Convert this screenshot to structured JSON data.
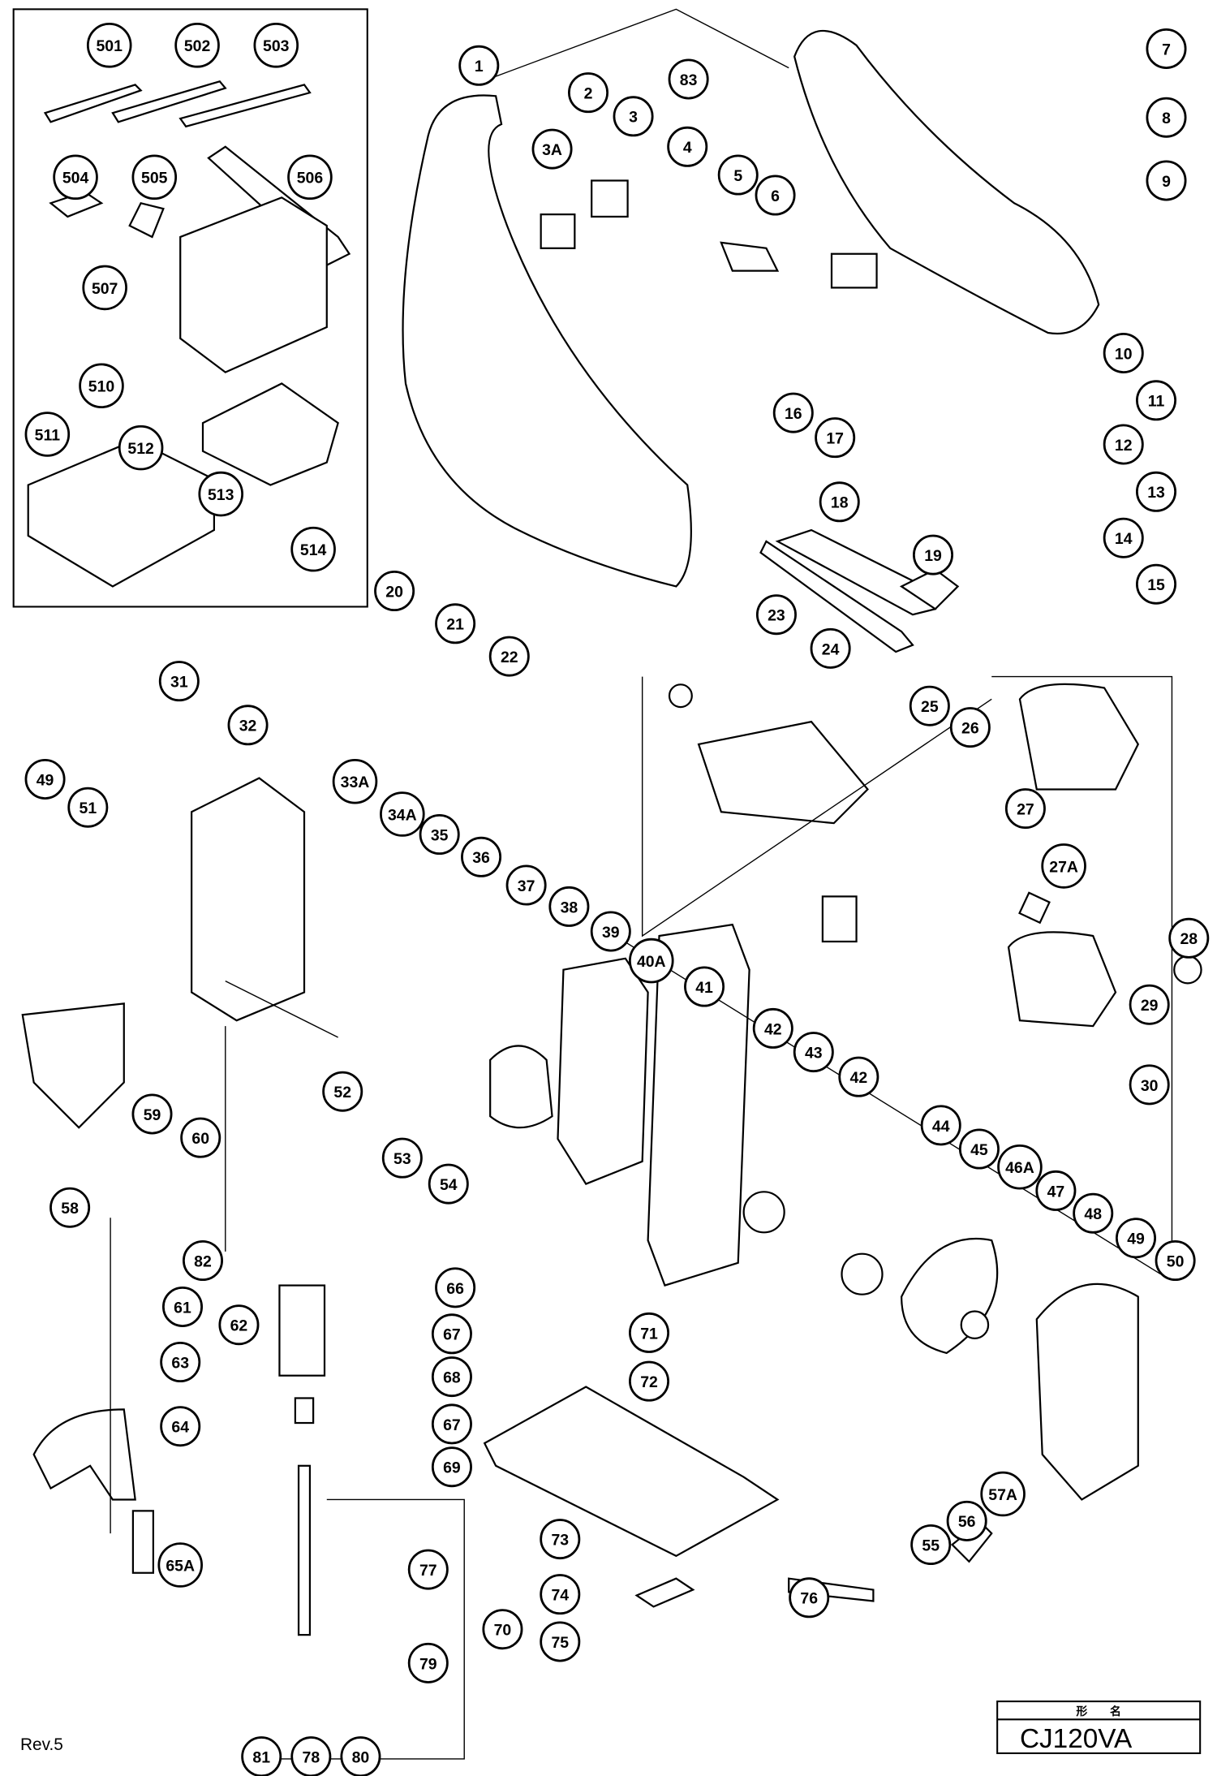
{
  "diagram": {
    "model_label": "形　　名",
    "model_number": "CJ120VA",
    "revision": "Rev.5",
    "callouts": [
      "501",
      "502",
      "503",
      "504",
      "505",
      "506",
      "507",
      "510",
      "511",
      "512",
      "513",
      "514",
      "1",
      "2",
      "83",
      "3A",
      "3",
      "4",
      "5",
      "6",
      "7",
      "8",
      "9",
      "10",
      "11",
      "12",
      "13",
      "14",
      "15",
      "16",
      "17",
      "18",
      "19",
      "20",
      "21",
      "22",
      "23",
      "24",
      "25",
      "26",
      "27",
      "27A",
      "28",
      "29",
      "30",
      "31",
      "32",
      "49",
      "51",
      "33A",
      "34A",
      "35",
      "36",
      "37",
      "38",
      "39",
      "40A",
      "41",
      "42",
      "43",
      "42",
      "44",
      "45",
      "46A",
      "47",
      "48",
      "49",
      "50",
      "52",
      "53",
      "54",
      "58",
      "59",
      "60",
      "82",
      "61",
      "62",
      "63",
      "64",
      "65A",
      "66",
      "67",
      "68",
      "67",
      "69",
      "77",
      "70",
      "79",
      "81",
      "78",
      "80",
      "71",
      "72",
      "73",
      "74",
      "75",
      "76",
      "55",
      "56",
      "57A"
    ]
  }
}
